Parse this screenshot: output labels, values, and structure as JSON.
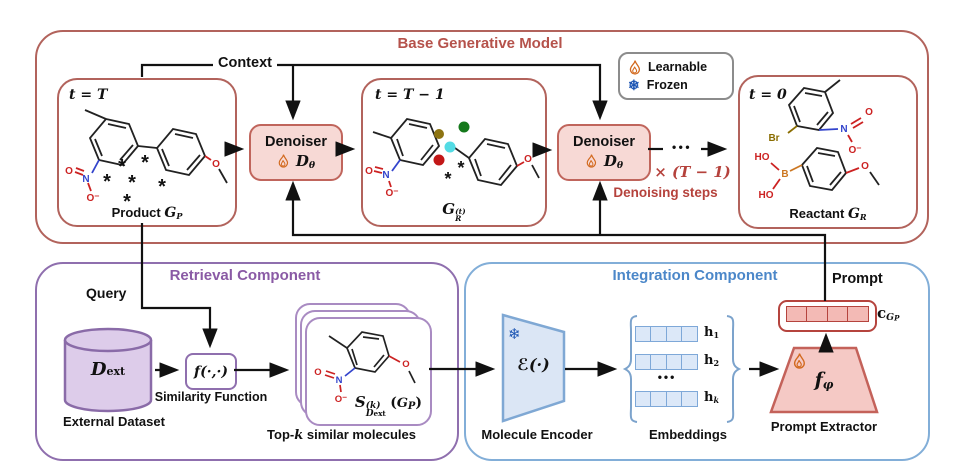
{
  "accent_colors": {
    "base_border": "#b2635c",
    "base_title": "#b5524b",
    "denoiser_fill": "#f7d9d5",
    "denoiser_border": "#c0655c",
    "steps_text": "#b5423c",
    "retrieval_border": "#8f6fae",
    "retrieval_title": "#8a5aa5",
    "cylinder_fill": "#ddccea",
    "card_border": "#a98bc2",
    "integration_border": "#82aed8",
    "integration_title": "#4b87c9",
    "encoder_fill": "#dbe6f5",
    "embedding_cell": "#dce8f8",
    "extractor_fill": "#f5c9c5",
    "prompt_cell": "#f3bab5",
    "flame_orange": "#d2691e",
    "snowflake_blue": "#1d56b4",
    "atom_n": "#3344cc",
    "atom_o": "#cc2222",
    "atom_br": "#8a6d00",
    "atom_b": "#cc7722"
  },
  "base_model": {
    "title": "Base Generative Model",
    "context_label": "Context",
    "ellipsis": "•••",
    "steps_times": "× (T − 1)",
    "steps_label": "Denoising steps",
    "denoiser": {
      "title": "Denoiser",
      "sym": "D",
      "sub": "θ"
    },
    "product_box": {
      "time": "t = T",
      "caption_text": "Product ",
      "caption_sym": "G",
      "caption_sub": "P"
    },
    "noisy_box": {
      "time": "t = T − 1",
      "caption_sym": "G",
      "caption_sup": "(t)",
      "caption_sub": "R"
    },
    "reactant_box": {
      "time": "t = 0",
      "caption_text": "Reactant ",
      "caption_sym": "G",
      "caption_sub": "R"
    }
  },
  "legend": {
    "items": [
      {
        "icon": "flame-icon",
        "label": "Learnable"
      },
      {
        "icon": "snowflake-icon",
        "label": "Frozen"
      }
    ],
    "snowflake_glyph": "❄"
  },
  "retrieval": {
    "title": "Retrieval Component",
    "query_label": "Query",
    "dataset": {
      "sym": "D",
      "sub": "ext",
      "caption": "External Dataset"
    },
    "similarity": {
      "fn": "f(·,·)",
      "caption": "Similarity Function"
    },
    "topk": {
      "sym": "S",
      "sup": "(k)",
      "sub_sym": "D",
      "sub_sub": "ext",
      "arg_open": "(",
      "arg_sym": "G",
      "arg_sub": "P",
      "arg_close": ")",
      "caption_pre": "Top-",
      "caption_k": "k",
      "caption_post": " similar molecules"
    }
  },
  "integration": {
    "title": "Integration Component",
    "encoder": {
      "sym": "ℰ(·)",
      "caption": "Molecule Encoder"
    },
    "embeddings": {
      "caption": "Embeddings",
      "dots": "•••",
      "rows": [
        {
          "sym": "h",
          "sub": "1"
        },
        {
          "sym": "h",
          "sub": "2"
        },
        {
          "sym": "h",
          "sub": "k"
        }
      ]
    },
    "extractor": {
      "sym": "f",
      "sub": "φ",
      "caption": "Prompt Extractor"
    },
    "prompt": {
      "label": "Prompt",
      "sym": "c",
      "sub_sym": "G",
      "sub_sub": "P"
    }
  },
  "molecules": {
    "product": {
      "o_dbl": "O",
      "n": "N",
      "o_minus": "O⁻",
      "o_ether": "O",
      "asterisks": [
        "*",
        "*",
        "*",
        "*",
        "*",
        "*"
      ]
    },
    "noisy": {
      "o_dbl": "O",
      "n": "N",
      "o_minus": "O⁻",
      "o_ether": "O",
      "asterisks": [
        "*",
        "*"
      ],
      "dot_colors": [
        "#8d7412",
        "#15791c",
        "#53dbe4",
        "#c21717"
      ]
    },
    "reactant": {
      "br": "Br",
      "n": "N",
      "o_dbl": "O",
      "o_minus": "O⁻",
      "ho_top": "HO",
      "b": "B",
      "ho_bottom": "HO",
      "o_ether": "O"
    },
    "similar": {
      "o_dbl": "O",
      "n": "N",
      "o_minus": "O⁻",
      "o_ether": "O"
    }
  }
}
